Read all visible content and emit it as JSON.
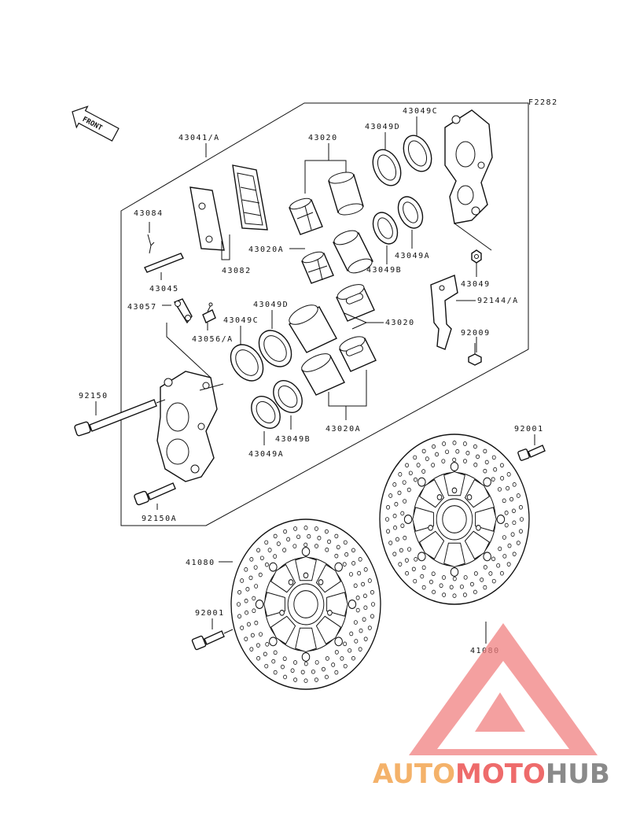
{
  "diagram_code": "F2282",
  "front_label": "FRONT",
  "labels": {
    "p43041A": "43041/A",
    "p43020": "43020",
    "p43049D_top": "43049D",
    "p43049C_top": "43049C",
    "p43084": "43084",
    "p43082": "43082",
    "p43045": "43045",
    "p43020A_top": "43020A",
    "p43049B_top": "43049B",
    "p43049A_top": "43049A",
    "p43049": "43049",
    "p92144A": "92144/A",
    "p92009": "92009",
    "p43057": "43057",
    "p43049D_mid": "43049D",
    "p43049C_mid": "43049C",
    "p43020_mid": "43020",
    "p43056A": "43056/A",
    "p92150": "92150",
    "p43049B_low": "43049B",
    "p43020A_low": "43020A",
    "p43049A_low": "43049A",
    "p92150A": "92150A",
    "p92001_right": "92001",
    "p41080_left": "41080",
    "p92001_left": "92001",
    "p41080_right": "41080"
  },
  "watermark": {
    "part1": "AUTO",
    "part2": "MOTO",
    "part3": "HUB",
    "colors": {
      "auto": "#f4b26a",
      "moto": "#ee6b6b",
      "hub": "#8a8a8a",
      "triangle": "#f08080"
    }
  }
}
